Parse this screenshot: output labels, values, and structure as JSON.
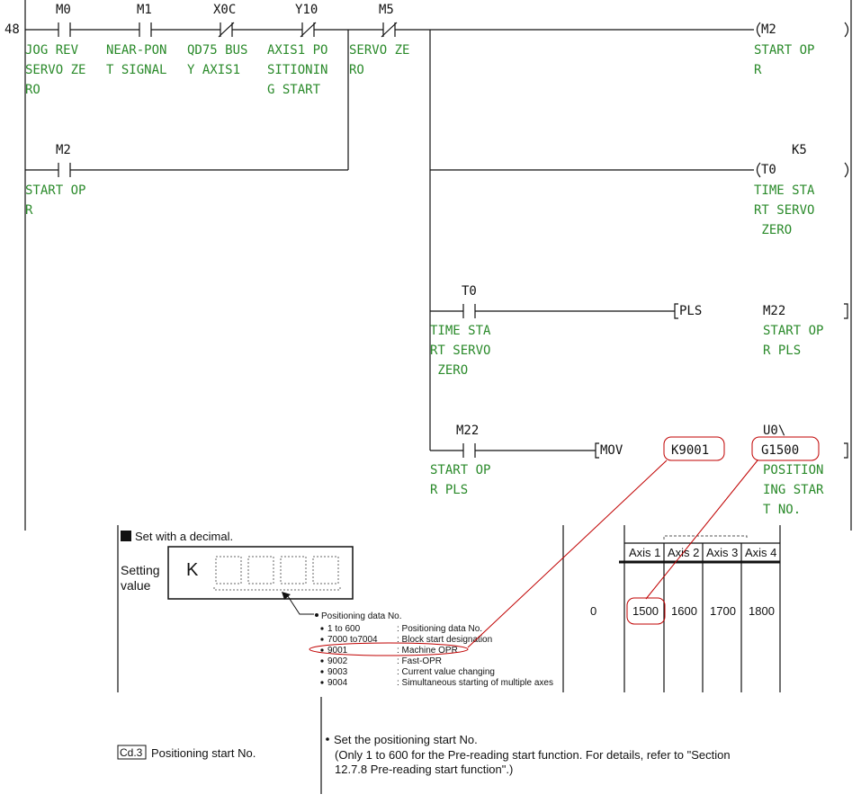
{
  "ladder": {
    "step_number": "48",
    "contacts": [
      {
        "device": "M0",
        "type": "NO",
        "label": [
          "JOG REV",
          "SERVO ZE",
          "RO"
        ]
      },
      {
        "device": "M1",
        "type": "NO",
        "label": [
          "NEAR-PON",
          "T SIGNAL"
        ]
      },
      {
        "device": "X0C",
        "type": "NC",
        "label": [
          "QD75 BUS",
          "Y AXIS1"
        ]
      },
      {
        "device": "Y10",
        "type": "NC",
        "label": [
          "AXIS1 PO",
          "SITIONIN",
          "G START"
        ]
      },
      {
        "device": "M5",
        "type": "NC",
        "label": [
          "SERVO ZE",
          "RO"
        ]
      }
    ],
    "self_hold": {
      "device": "M2",
      "label": [
        "START OP",
        "R"
      ]
    },
    "coil_m2": {
      "device": "M2",
      "label": [
        "START OP",
        "R"
      ]
    },
    "timer": {
      "device": "T0",
      "setting": "K5",
      "label": [
        "TIME STA",
        "RT SERVO",
        " ZERO"
      ]
    },
    "t0_contact": {
      "device": "T0",
      "label": [
        "TIME STA",
        "RT SERVO",
        " ZERO"
      ]
    },
    "pls": {
      "instruction": "PLS",
      "device": "M22",
      "label": [
        "START OP",
        "R PLS"
      ]
    },
    "m22_contact": {
      "device": "M22",
      "label": [
        "START OP",
        "R PLS"
      ]
    },
    "mov": {
      "instruction": "MOV",
      "source": "K9001",
      "dest_top": "U0\\",
      "dest": "G1500",
      "label": [
        "POSITION",
        "ING STAR",
        "T NO."
      ]
    }
  },
  "manual": {
    "set_decimal": "Set with a decimal.",
    "setting_value": [
      "Setting",
      "value"
    ],
    "k_letter": "K",
    "positioning_data_no": "Positioning data No.",
    "options": [
      {
        "code": "1 to 600",
        "desc": ": Positioning data No."
      },
      {
        "code": "7000 to7004",
        "desc": ": Block start designation"
      },
      {
        "code": "9001",
        "desc": ": Machine OPR"
      },
      {
        "code": "9002",
        "desc": ": Fast-OPR"
      },
      {
        "code": "9003",
        "desc": ": Current value changing"
      },
      {
        "code": "9004",
        "desc": ": Simultaneous starting of multiple axes"
      }
    ],
    "default_value": "0",
    "axes": [
      "Axis 1",
      "Axis 2",
      "Axis 3",
      "Axis 4"
    ],
    "addresses": [
      "1500",
      "1600",
      "1700",
      "1800"
    ],
    "cd_badge": "Cd.3",
    "cd_name": "Positioning start No.",
    "description": [
      "Set the positioning start No.",
      "(Only 1 to 600 for the Pre-reading start function. For details, refer to \"Section",
      "12.7.8 Pre-reading start function\".)"
    ]
  }
}
